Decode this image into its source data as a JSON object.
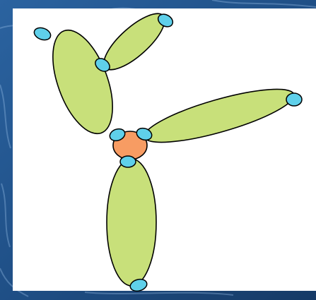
{
  "colors": {
    "background": "#1f4f86",
    "panel": "#ffffff",
    "petal_fill": "#c8e07a",
    "hub_fill": "#f79c63",
    "joint_fill": "#5fd0ea",
    "stroke": "#000000"
  },
  "diagram": {
    "type": "propeller-of-ellipses",
    "petals": [
      "upper-left",
      "top",
      "right",
      "bottom"
    ],
    "hub_count": 1,
    "joint_count": 8
  }
}
